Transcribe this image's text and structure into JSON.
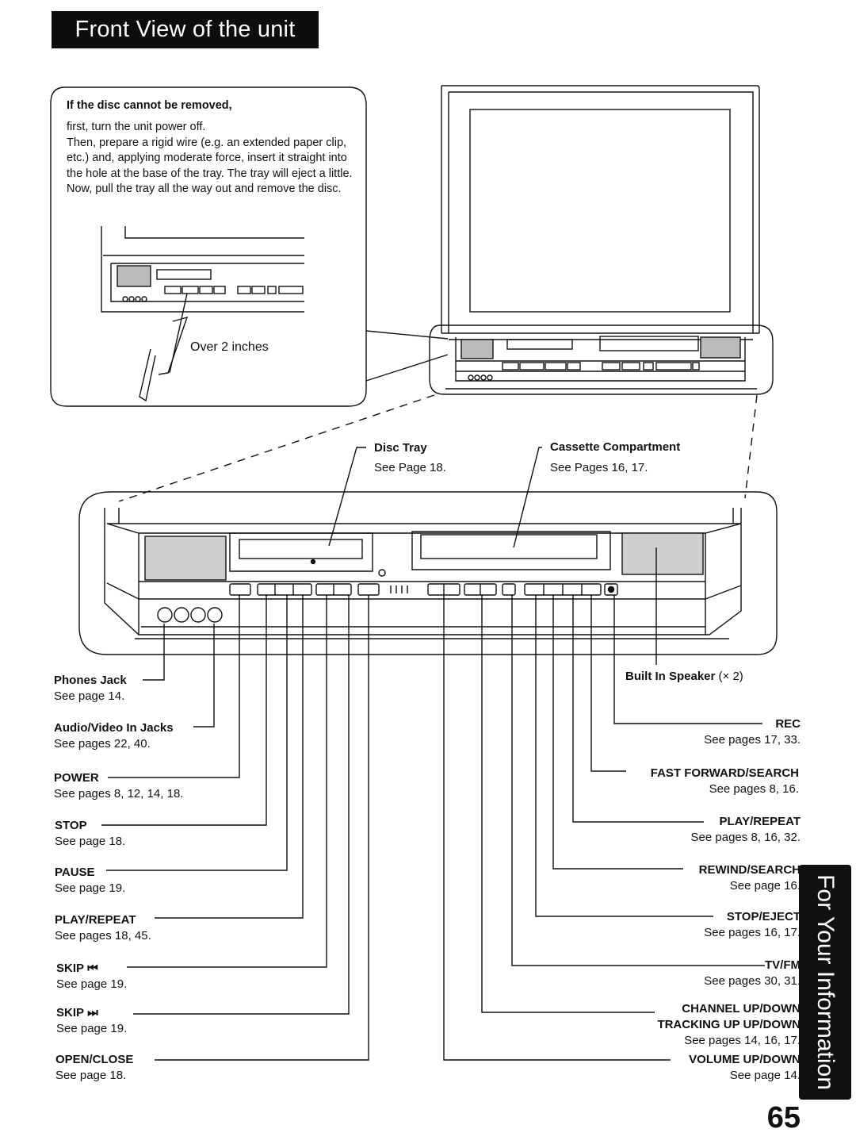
{
  "header": {
    "title": "Front View of the unit"
  },
  "side_tab": {
    "label": "For Your Information"
  },
  "page_number": "65",
  "disc_note": {
    "heading": "If the disc cannot be removed,",
    "body": "first, turn the unit power off.\nThen, prepare a rigid wire (e.g. an extended paper clip, etc.) and, applying moderate force, insert it straight into the hole at the base of the tray. The tray will eject a little. Now, pull the tray all the way out and remove the disc.",
    "distance_label": "Over 2 inches"
  },
  "top_labels": {
    "disc_tray": {
      "name": "Disc Tray",
      "ref": "See Page 18."
    },
    "cassette": {
      "name": "Cassette Compartment",
      "ref": "See Pages 16, 17."
    }
  },
  "left_labels": [
    {
      "name": "Phones Jack",
      "ref": "See page 14."
    },
    {
      "name": "Audio/Video In Jacks",
      "ref": "See pages 22, 40."
    },
    {
      "name": "POWER",
      "ref": "See pages 8, 12, 14, 18."
    },
    {
      "name": "STOP",
      "ref": "See page 18."
    },
    {
      "name": "PAUSE",
      "ref": "See page 19."
    },
    {
      "name": "PLAY/REPEAT",
      "ref": "See pages 18, 45."
    },
    {
      "name": "SKIP",
      "symbol": "⏮",
      "ref": "See page 19."
    },
    {
      "name": "SKIP",
      "symbol": "⏭",
      "ref": "See page 19."
    },
    {
      "name": "OPEN/CLOSE",
      "ref": "See page 18."
    }
  ],
  "right_labels": [
    {
      "name": "Built In Speaker",
      "suffix": " (× 2)"
    },
    {
      "name": "REC",
      "ref": "See pages 17, 33."
    },
    {
      "name": "FAST FORWARD/SEARCH",
      "ref": "See pages 8, 16."
    },
    {
      "name": "PLAY/REPEAT",
      "ref": "See pages 8, 16, 32."
    },
    {
      "name": "REWIND/SEARCH",
      "ref": "See page 16."
    },
    {
      "name": "STOP/EJECT",
      "ref": "See pages 16, 17."
    },
    {
      "name": "TV/FM",
      "ref": "See pages 30, 31."
    },
    {
      "name": "CHANNEL UP/DOWN",
      "name2": "TRACKING UP UP/DOWN",
      "ref": "See pages 14, 16, 17."
    },
    {
      "name": "VOLUME UP/DOWN",
      "ref": "See page 14."
    }
  ]
}
